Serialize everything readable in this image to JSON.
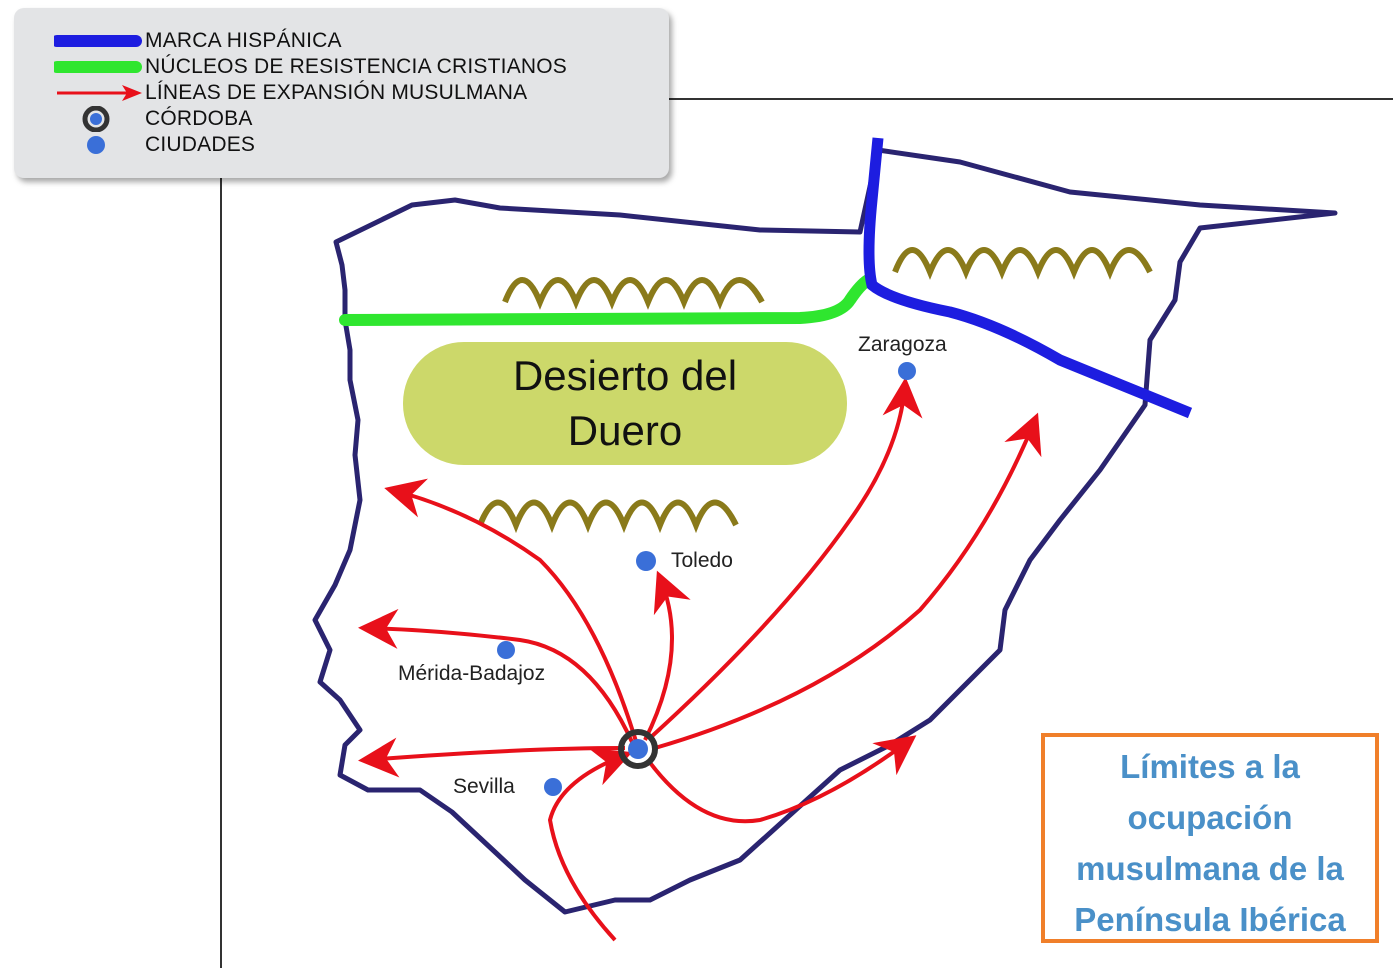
{
  "legend": {
    "items": [
      {
        "label": "MARCA HISPÁNICA",
        "symbol": "blue-line",
        "color": "#1d1de0"
      },
      {
        "label": "NÚCLEOS DE RESISTENCIA CRISTIANOS",
        "symbol": "green-line",
        "color": "#2fe62f"
      },
      {
        "label": "LÍNEAS DE EXPANSIÓN MUSULMANA",
        "symbol": "red-arrow",
        "color": "#e8101a"
      },
      {
        "label": "CÓRDOBA",
        "symbol": "ringed-dot",
        "color": "#3a6fd8"
      },
      {
        "label": "CIUDADES",
        "symbol": "dot",
        "color": "#3a6fd8"
      }
    ]
  },
  "map": {
    "region_label": [
      "Desierto del",
      "Duero"
    ],
    "cities": {
      "zaragoza": "Zaragoza",
      "toledo": "Toledo",
      "merida_badajoz": "Mérida-Badajoz",
      "sevilla": "Sevilla"
    },
    "colors": {
      "outline": "#2a2470",
      "marca": "#1d1de0",
      "nucleos": "#2fe62f",
      "expansion": "#e8101a",
      "mountains": "#8a7a1a",
      "desert": "#ccd86a",
      "city": "#3a6fd8"
    }
  },
  "title": {
    "lines": [
      "Límites a la",
      "ocupación",
      "musulmana de la",
      "Península Ibérica"
    ],
    "border_color": "#f07f2a",
    "text_color": "#4a90c8"
  }
}
